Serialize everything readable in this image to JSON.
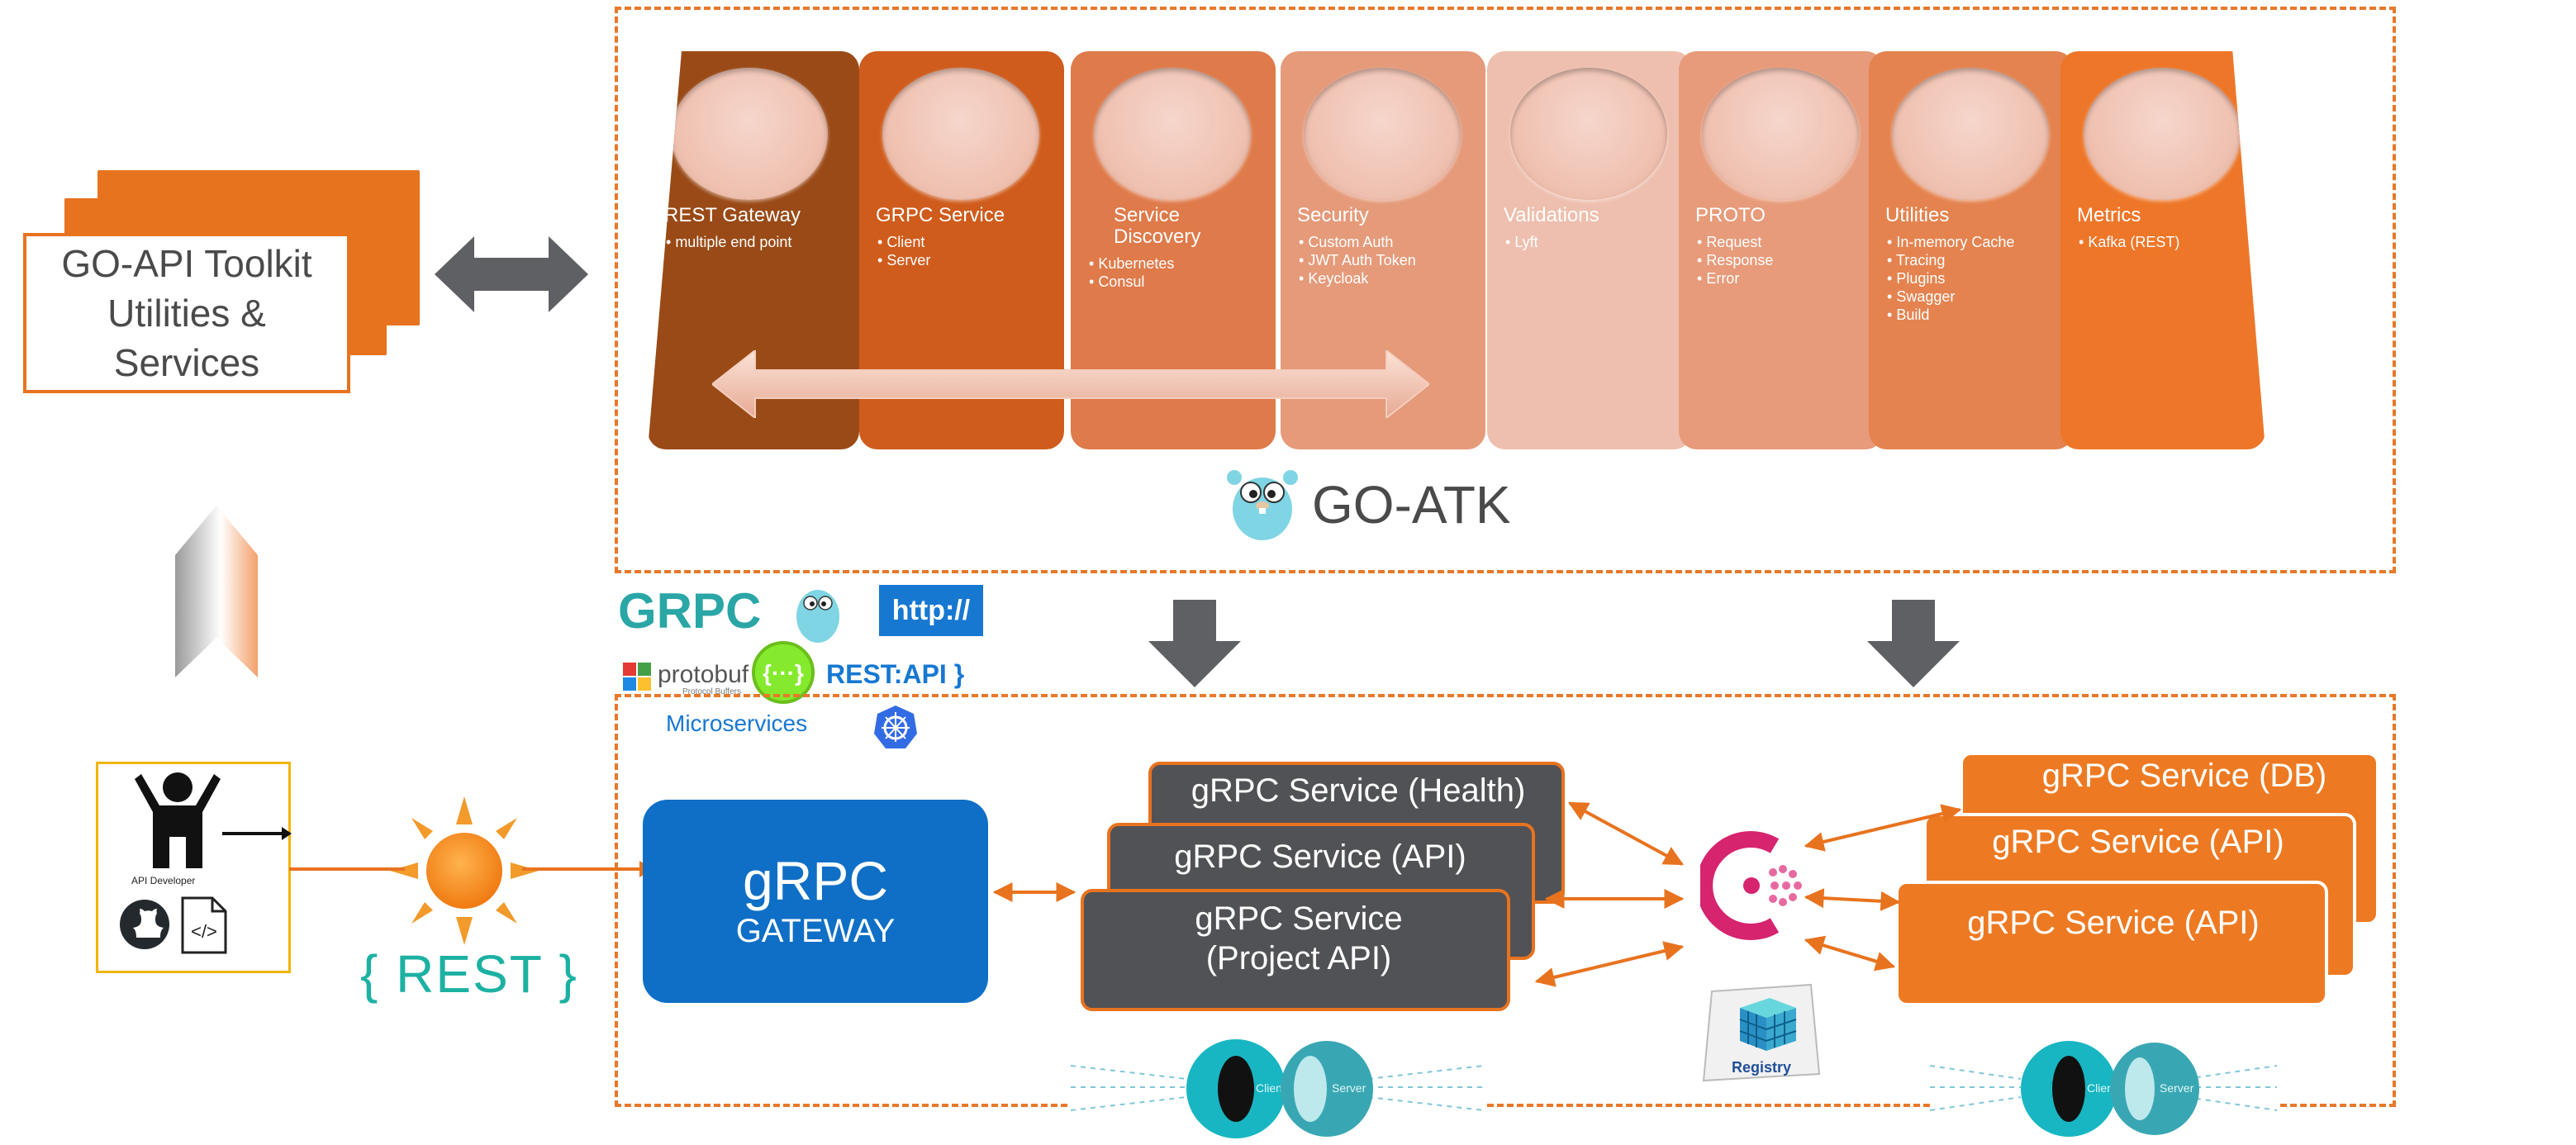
{
  "toolkit": {
    "line1": "GO-API Toolkit",
    "line2": "Utilities &",
    "line3": "Services"
  },
  "pillars": [
    {
      "title": "REST Gateway",
      "items": [
        "multiple end point"
      ],
      "color": "#9a4a16"
    },
    {
      "title": "GRPC Service",
      "items": [
        "Client",
        "Server"
      ],
      "color": "#cf5c1c"
    },
    {
      "title": "Service Discovery",
      "items": [
        "Kubernetes",
        "Consul"
      ],
      "color": "#df7a4a"
    },
    {
      "title": "Security",
      "items": [
        "Custom Auth",
        "JWT Auth Token",
        "Keycloak"
      ],
      "color": "#e59a7a"
    },
    {
      "title": "Validations",
      "items": [
        "Lyft"
      ],
      "color": "#eebfae"
    },
    {
      "title": "PROTO",
      "items": [
        "Request",
        "Response",
        "Error"
      ],
      "color": "#e79b7a"
    },
    {
      "title": "Utilities",
      "items": [
        "In-memory Cache",
        "Tracing",
        "Plugins",
        "Swagger",
        "Build"
      ],
      "color": "#e4834f"
    },
    {
      "title": "Metrics",
      "items": [
        "Kafka (REST)"
      ],
      "color": "#ee7628"
    }
  ],
  "go_atk_label": "GO-ATK",
  "logos": {
    "grpc": "GRPC",
    "http": "http://",
    "protobuf": "protobuf",
    "protobuf_sub": "Protocol Buffers",
    "restapi": "REST:API }",
    "microservices": "Microservices"
  },
  "developer_label": "API Developer",
  "rest_label": "{ REST }",
  "gateway": {
    "line1": "gRPC",
    "line2": "GATEWAY"
  },
  "left_services": [
    "gRPC Service (Health)",
    "gRPC Service (API)",
    "gRPC Service\n(Project API)"
  ],
  "right_services": [
    "gRPC Service (DB)",
    "gRPC Service (API)",
    "gRPC Service (API)"
  ],
  "registry_label": "Registry",
  "client_label": "Client",
  "server_label": "Server",
  "colors": {
    "orange": "#e8731f",
    "dark_gray": "#515256",
    "gateway_blue": "#0f6fc6",
    "consul_pink": "#d6246e",
    "teal": "#1bb3bd"
  }
}
